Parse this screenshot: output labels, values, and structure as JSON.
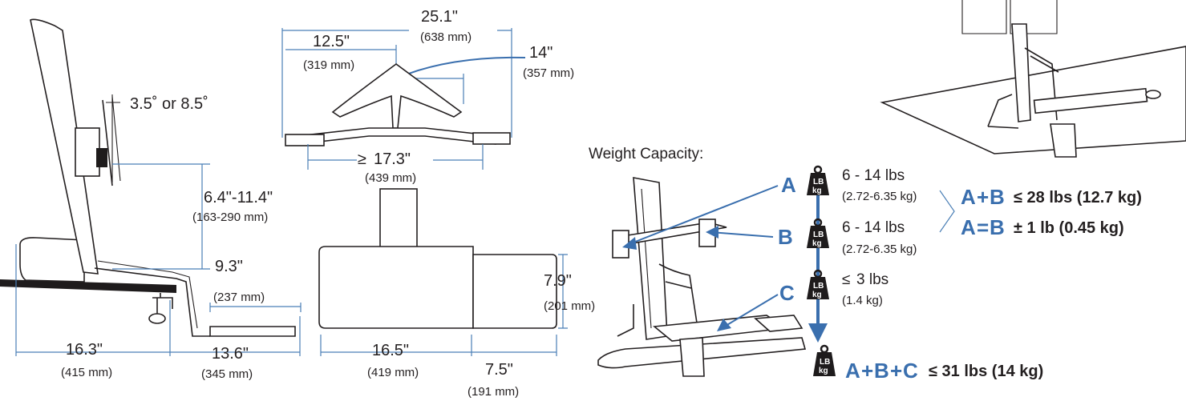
{
  "colors": {
    "accent": "#3a6fae",
    "dimension_line": "#4b7fb6",
    "ink": "#231f20"
  },
  "side_view": {
    "tilt": "3.5˚ or 8.5˚",
    "height_adjust": "6.4\"-11.4\"",
    "height_adjust_mm": "(163-290 mm)",
    "tray_drop": "9.3\"",
    "tray_drop_mm": "(237 mm)",
    "depth": "16.3\"",
    "depth_mm": "(415 mm)",
    "tray_depth": "13.6\"",
    "tray_depth_mm": "(345 mm)"
  },
  "top_view": {
    "overall_width": "25.1\"",
    "overall_width_mm": "(638 mm)",
    "arm_length": "12.5\"",
    "arm_length_mm": "(319 mm)",
    "arm_reach": "14\"",
    "arm_reach_mm": "(357 mm)",
    "min_width": "17.3\"",
    "min_width_prefix": "≥",
    "min_width_mm": "(439 mm)",
    "tray_width": "16.5\"",
    "tray_width_mm": "(419 mm)",
    "tray_height": "7.9\"",
    "tray_height_mm": "(201 mm)",
    "mouse_tray_width": "7.5\"",
    "mouse_tray_width_mm": "(191 mm)"
  },
  "weight": {
    "title": "Weight Capacity:",
    "weight_icon_top": "LB",
    "weight_icon_bottom": "kg",
    "a_letter": "A",
    "b_letter": "B",
    "c_letter": "C",
    "a_range": "6 - 14 lbs",
    "a_range_kg": "(2.72-6.35 kg)",
    "b_range": "6 - 14 lbs",
    "b_range_kg": "(2.72-6.35 kg)",
    "c_max_prefix": "≤",
    "c_max": "3 lbs",
    "c_max_kg": "(1.4 kg)",
    "ab_sum_plus": "+",
    "ab_sum_value": "≤ 28 lbs (12.7 kg)",
    "ab_equal_sign": "=",
    "ab_equal_value": "± 1 lb (0.45 kg)",
    "abc_plus_1": "+",
    "abc_plus_2": "+",
    "abc_value": "≤ 31 lbs (14 kg)"
  }
}
